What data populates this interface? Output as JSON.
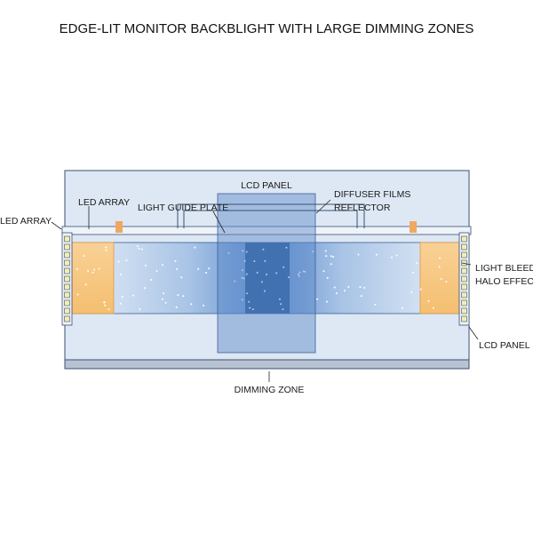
{
  "title": "EDGE-LIT MONITOR BACKBLIGHT WITH LARGE DIMMING ZONES",
  "labels": {
    "lcd_panel_top": "LCD PANEL",
    "led_array_top": "LED ARRAY",
    "light_guide_plate": "LIGHT GUIDE PLATE",
    "diffuser_films": "DIFFUSER FILMS",
    "reflector": "REFLECTOR",
    "led_array_left": "LED ARRAY",
    "light_bleed": "LIGHT BLEED/",
    "halo_effect": "HALO EFFECT",
    "lcd_panel_right": "LCD PANEL",
    "dimming_zone": "DIMMING ZONE"
  },
  "colors": {
    "frame": "#dce8f4",
    "outline": "#3a4f73",
    "halo": "#f7c87c",
    "light_guide": "#8fb3de",
    "dimming_zone": "#2f5f9e",
    "lcd_panel": "#5a88c8",
    "led": "#f3eeb0"
  }
}
